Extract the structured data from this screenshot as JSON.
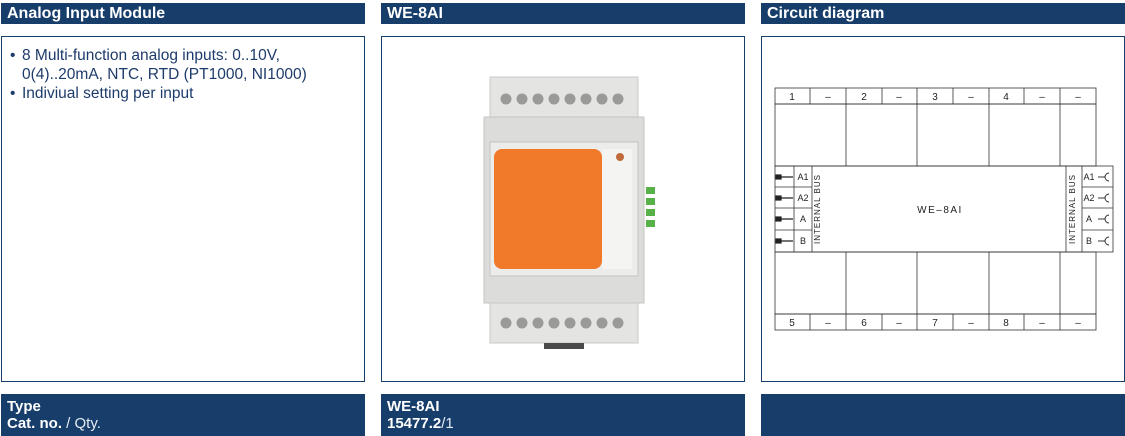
{
  "columns": [
    {
      "header": "Analog Input Module"
    },
    {
      "header": "WE-8AI"
    },
    {
      "header": "Circuit diagram"
    }
  ],
  "features": [
    {
      "bullet": "•",
      "lines": [
        "8 Multi-function analog inputs: 0..10V,",
        "0(4)..20mA, NTC, RTD (PT1000, NI1000)"
      ]
    },
    {
      "bullet": "•",
      "lines": [
        "Indiviual setting per input"
      ]
    }
  ],
  "footer": {
    "type_label": "Type",
    "cat_label": "Cat. no.",
    "cat_sep": " / Qty.",
    "model": "WE-8AI",
    "cat_no": "15477.2",
    "qty": "/1"
  },
  "diagram": {
    "top_terminals": [
      "1",
      "–",
      "2",
      "–",
      "3",
      "–",
      "4",
      "–",
      "–"
    ],
    "bottom_terminals": [
      "5",
      "–",
      "6",
      "–",
      "7",
      "–",
      "8",
      "–",
      "–"
    ],
    "left_pins": [
      "A1",
      "A2",
      "A",
      "B"
    ],
    "right_pins": [
      "A1",
      "A2",
      "A",
      "B"
    ],
    "bus_label": "INTERNAL BUS",
    "center_label": "WE–8AI"
  }
}
